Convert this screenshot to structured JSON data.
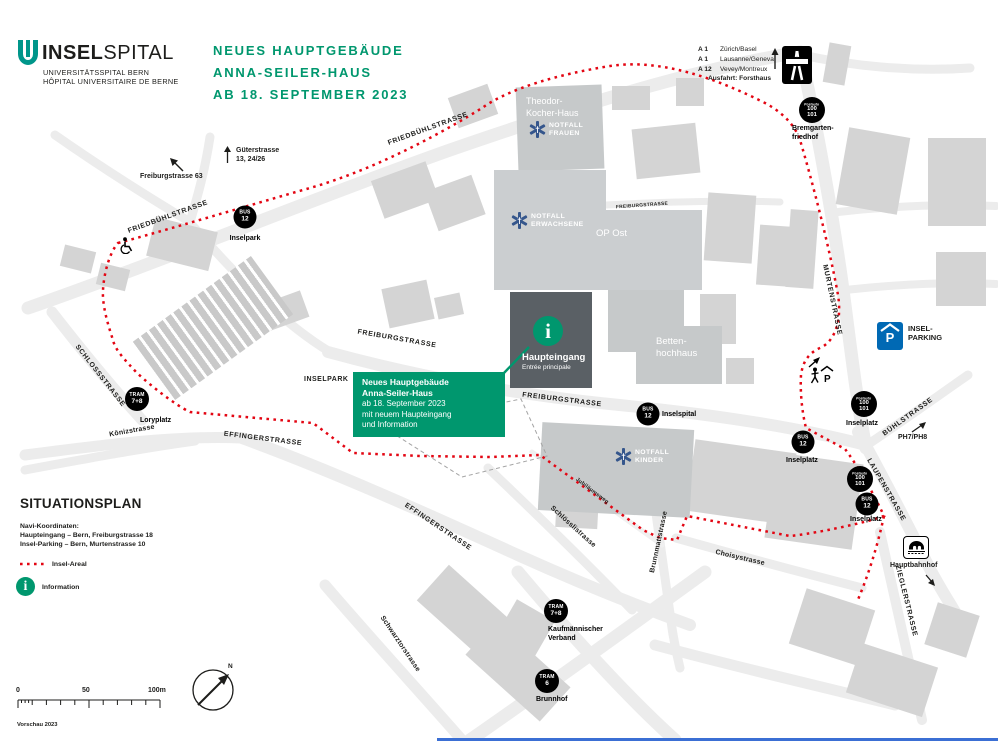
{
  "colors": {
    "brand_green": "#00976e",
    "logo_teal": "#00968a",
    "areal_red": "#e30613",
    "dark_building": "#5a6065",
    "notfall_blue": "#35568c",
    "parking_blue": "#0069b4",
    "building_gray": "#d4d4d4",
    "road_gray": "#ececec"
  },
  "logo": {
    "bold": "INSEL",
    "light": "SPITAL",
    "sub1": "UNIVERSITÄTSSPITAL BERN",
    "sub2": "HÔPITAL UNIVERSITAIRE DE BERNE"
  },
  "title": {
    "l1": "NEUES HAUPTGEBÄUDE",
    "l2": "ANNA-SEILER-HAUS",
    "l3": "AB 18. SEPTEMBER 2023"
  },
  "motorway": {
    "r1c": "A 1",
    "r1d": "Zürich/Basel",
    "r2c": "A 1",
    "r2d": "Lausanne/Geneva",
    "r3c": "A 12",
    "r3d": "Vevey/Montreux",
    "exit": "Ausfahrt: Forsthaus"
  },
  "streets": {
    "friedbuehl1": "FRIEDBÜHLSTRASSE",
    "friedbuehl2": "FRIEDBÜHLSTRASSE",
    "freiburg1": "FREIBURGSTRASSE",
    "freiburg2": "FREIBURGSTRASSE",
    "freiburg3": "FREIBURGSTRASSE",
    "effinger1": "EFFINGERSTRASSE",
    "effinger2": "EFFINGERSTRASSE",
    "schloss": "SCHLOSSSTRASSE",
    "koeniz": "Könizstrasse",
    "murten": "MURTENSTRASSE",
    "buehl": "BÜHLSTRASSE",
    "laupen": "LAUPENSTRASSE",
    "ziegler": "ZIEGLERSTRASSE",
    "schwarztor": "Schwarztorstrasse",
    "schloessli": "Schlösslistrasse",
    "brunnmatt": "Brunnmattstrasse",
    "choisy": "Choisystrasse",
    "jubilaeumsweg": "Jubiläumsweg"
  },
  "buildings": {
    "theodor1": "Theodor-",
    "theodor2": "Kocher-Haus",
    "op": "OP Ost",
    "betten1": "Betten-",
    "betten2": "hochhaus"
  },
  "notfall": {
    "label": "NOTFALL",
    "frauen": "FRAUEN",
    "erwachsene": "ERWACHSENE",
    "kinder": "KINDER"
  },
  "entrance": {
    "label": "Haupteingang",
    "sub": "Entrée principale",
    "info_i": "i"
  },
  "infobox": {
    "l1": "Neues Hauptgebäude",
    "l2": "Anna-Seiler-Haus",
    "l3": "ab 18. September 2023",
    "l4": "mit neuem Haupteingang",
    "l5": "und Information"
  },
  "stops": {
    "inselpark": {
      "type": "BUS",
      "num": "12",
      "name": "Inselpark"
    },
    "loryplatz": {
      "type": "TRAM",
      "num": "7+8",
      "name": "Loryplatz"
    },
    "inselspital": {
      "type": "BUS",
      "num": "12",
      "name": "Inselspital"
    },
    "bremgarten": {
      "type": "Postauto",
      "num1": "100",
      "num2": "101",
      "name1": "Bremgarten-",
      "name2": "friedhof"
    },
    "inselplatz_post1": {
      "type": "Postauto",
      "num1": "100",
      "num2": "101",
      "name": "Inselplatz"
    },
    "inselplatz_bus1": {
      "type": "BUS",
      "num": "12",
      "name": "Inselplatz"
    },
    "inselplatz_post2": {
      "type": "Postauto",
      "num1": "100",
      "num2": "101"
    },
    "inselplatz_bus2": {
      "type": "BUS",
      "num": "12",
      "name": "Inselplatz"
    },
    "kaufm": {
      "type": "TRAM",
      "num": "7+8",
      "name1": "Kaufmännischer",
      "name2": "Verband"
    },
    "brunnhof": {
      "type": "TRAM",
      "num": "6",
      "name": "Brunnhof"
    }
  },
  "pois": {
    "inselparking1": "INSEL-",
    "inselparking2": "PARKING",
    "parking_p": "P",
    "hauptbahnhof": "Hauptbahnhof",
    "ph78": "PH7/PH8",
    "inselpark_area": "INSELPARK",
    "gueter1": "Güterstrasse",
    "gueter2": "13, 24/26",
    "freiburg63": "Freiburgstrasse 63"
  },
  "legend": {
    "heading": "SITUATIONSPLAN",
    "navi": "Navi-Koordinaten:",
    "navi1": "Haupteingang – Bern, Freiburgstrasse 18",
    "navi2": "Insel-Parking – Bern, Murtenstrasse 10",
    "areal": "Insel-Areal",
    "info": "Information",
    "preview": "Vorschau 2023"
  },
  "scale": {
    "t0": "0",
    "t50": "50",
    "t100": "100m"
  },
  "compass": {
    "n": "N"
  }
}
